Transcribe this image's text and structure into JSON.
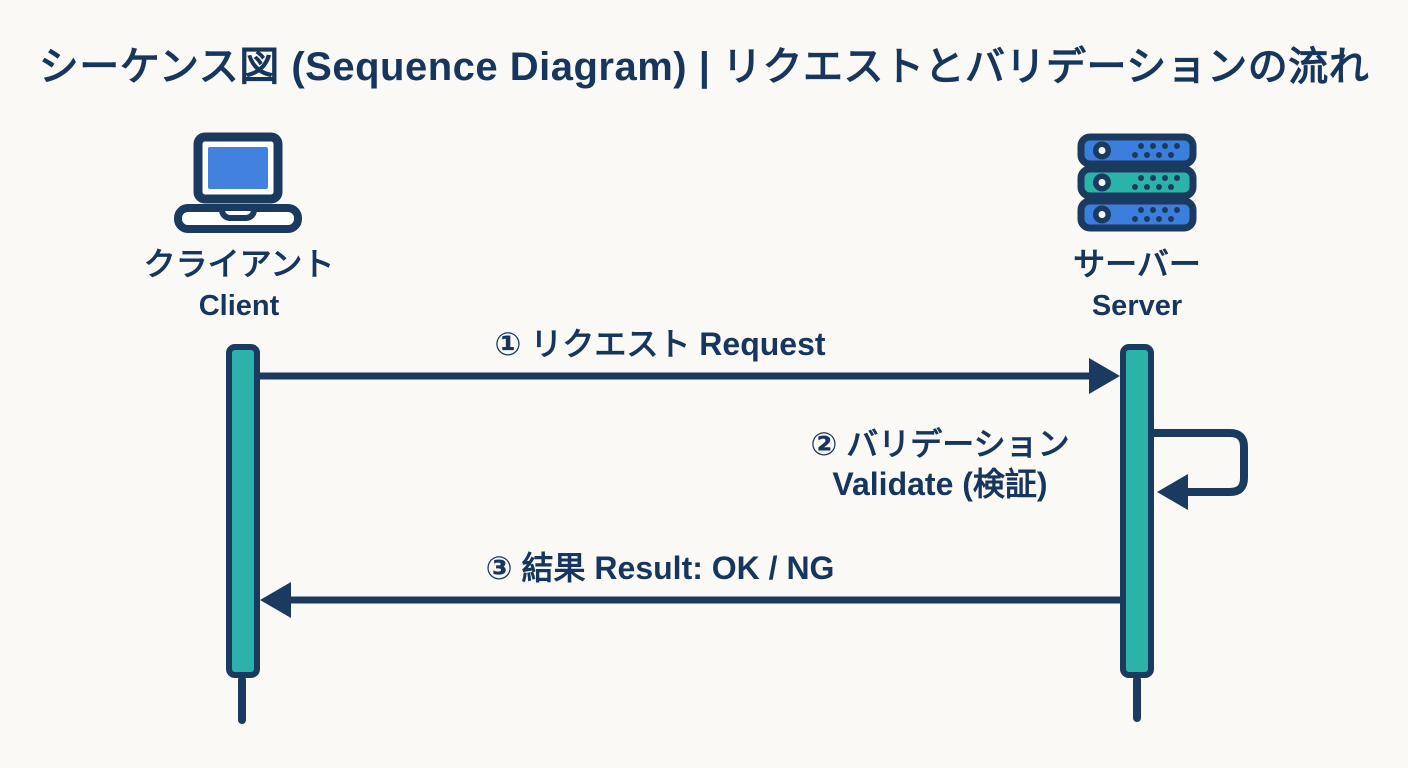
{
  "title": "シーケンス図 (Sequence Diagram) | リクエストとバリデーションの流れ",
  "actors": {
    "client": {
      "ja": "クライアント",
      "en": "Client",
      "icon": "laptop-icon"
    },
    "server": {
      "ja": "サーバー",
      "en": "Server",
      "icon": "server-rack-icon"
    }
  },
  "messages": [
    {
      "id": "1",
      "label": "① リクエスト Request",
      "from": "client",
      "to": "server",
      "type": "solid-arrow"
    },
    {
      "id": "2",
      "label_line1": "② バリデーション",
      "label_line2": "Validate (検証)",
      "from": "server",
      "to": "server",
      "type": "self-loop"
    },
    {
      "id": "3",
      "label": "③ 結果 Result: OK / NG",
      "from": "server",
      "to": "client",
      "type": "solid-arrow"
    }
  ],
  "colors": {
    "background": "#FAF9F6",
    "navy": "#1B3A5F",
    "text": "#17365E",
    "teal": "#2BB3AA",
    "blue": "#3C7EDC",
    "screen": "#4381DE"
  }
}
